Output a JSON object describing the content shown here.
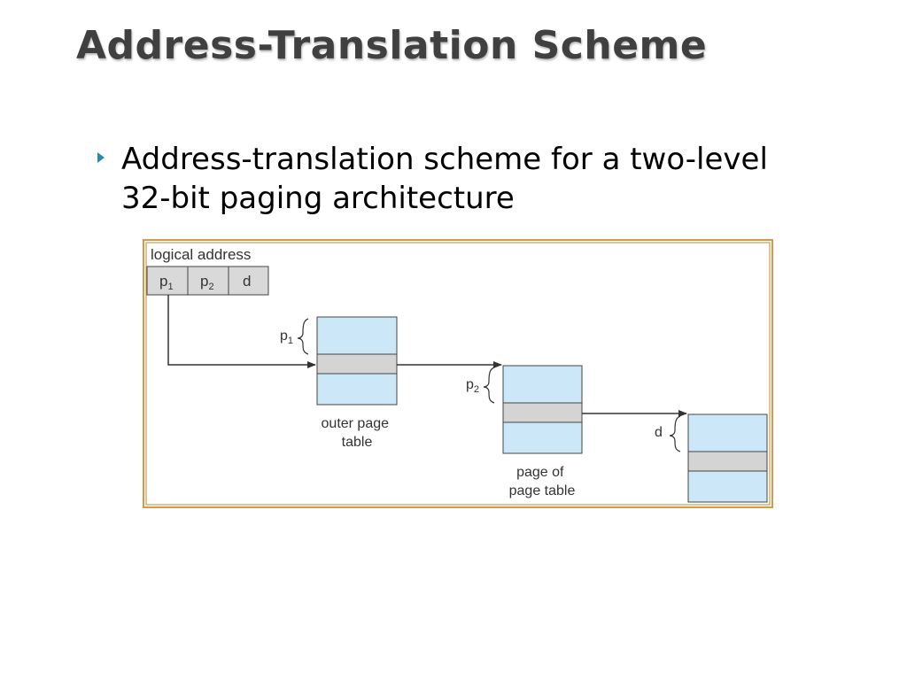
{
  "slide": {
    "title": "Address-Translation Scheme",
    "bullet": "Address-translation scheme for a two-level 32-bit paging architecture"
  },
  "diagram": {
    "logical_address_label": "logical address",
    "fields": {
      "p1": {
        "base": "p",
        "sub": "1"
      },
      "p2": {
        "base": "p",
        "sub": "2"
      },
      "d": "d"
    },
    "outer_table_label": [
      "outer page",
      "table"
    ],
    "page_of_table_label": [
      "page of",
      "page table"
    ],
    "brace_labels": {
      "p1": {
        "base": "p",
        "sub": "1"
      },
      "p2": {
        "base": "p",
        "sub": "2"
      },
      "d": "d"
    }
  },
  "colors": {
    "title": "#404040",
    "bullet_marker": "#2c8aa8",
    "table_fill": "#cce8f8",
    "table_highlight": "#d4d4d4",
    "field_fill": "#d9d9d9",
    "frame": "#d49a4a"
  }
}
